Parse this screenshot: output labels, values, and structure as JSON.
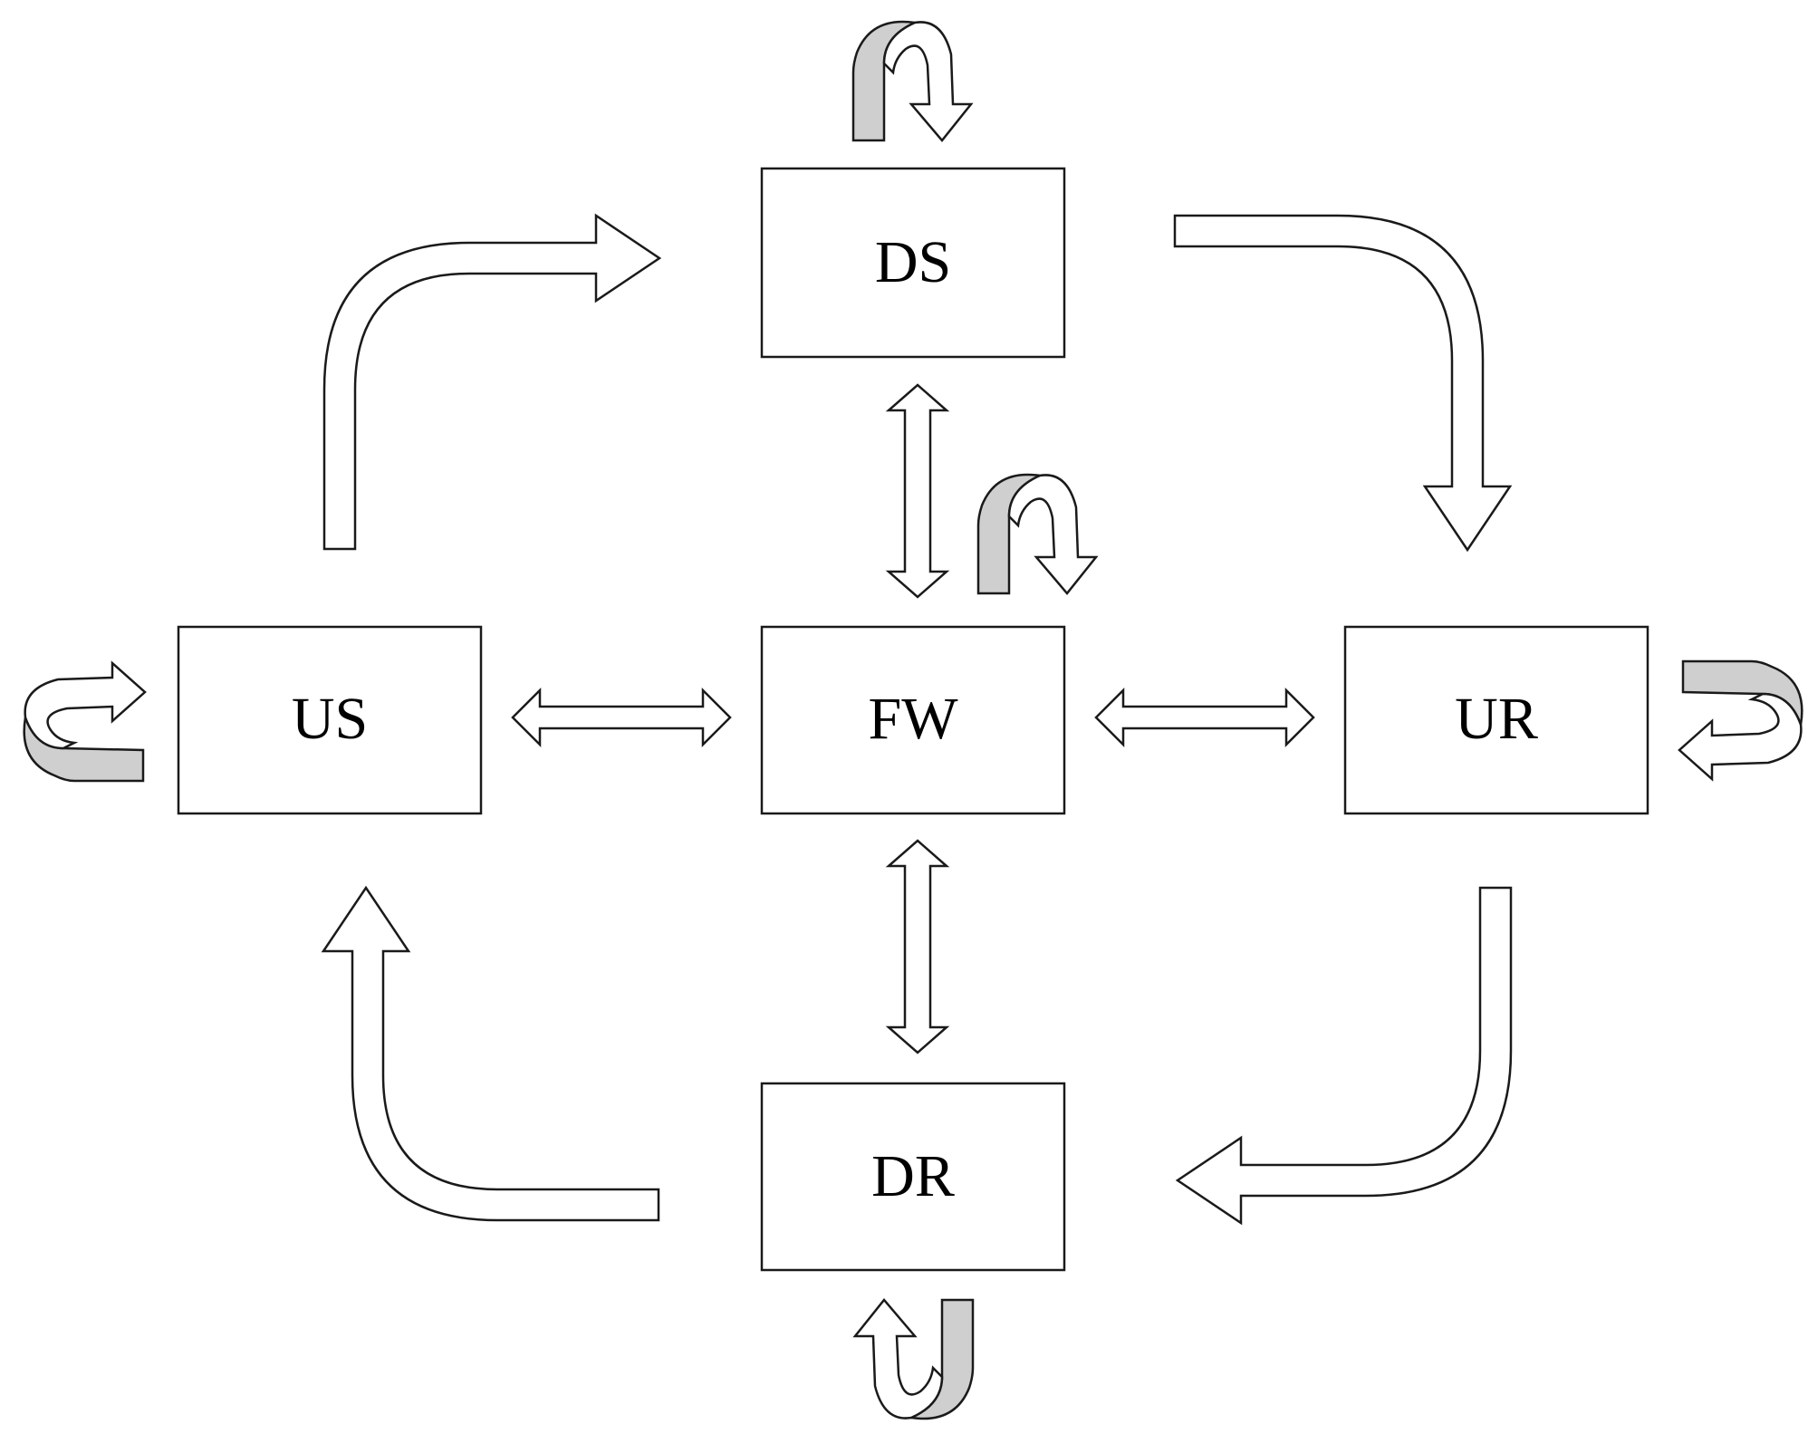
{
  "nodes": {
    "ds": {
      "label": "DS"
    },
    "us": {
      "label": "US"
    },
    "fw": {
      "label": "FW"
    },
    "ur": {
      "label": "UR"
    },
    "dr": {
      "label": "DR"
    }
  },
  "colors": {
    "stroke": "#1a1a1a",
    "fill": "#ffffff",
    "ribbon_shade": "#cfcfcf"
  }
}
